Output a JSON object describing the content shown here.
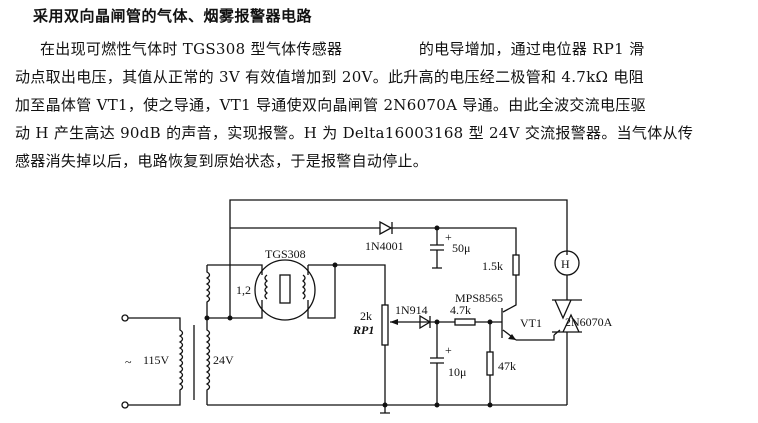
{
  "title": "采用双向晶闸管的气体、烟雾报警器电路",
  "paragraph": [
    "在出现可燃性气体时 TGS308 型气体传感器　　　　　的电导增加，通过电位器 RP1 滑",
    "动点取出电压，其值从正常的 3V 有效值增加到 20V。此升高的电压经二极管和 4.7kΩ 电阻",
    "加至晶体管 VT1，使之导通，VT1 导通使双向晶闸管 2N6070A 导通。由此全波交流电压驱",
    "动 H 产生高达 90dB 的声音，实现报警。H 为 Delta16003168 型 24V 交流报警器。当气体从传",
    "感器消失掉以后，电路恢复到原始状态，于是报警自动停止。"
  ],
  "diagram": {
    "sensor": "TGS308",
    "sensor_pins": "1,2",
    "diode1": "1N4001",
    "cap1": "50μ",
    "res1": "1.5k",
    "horn": "H",
    "pot_value": "2k",
    "pot_name": "RP1",
    "diode2": "1N914",
    "res2": "4.7k",
    "transistor_type": "MPS8565",
    "transistor_name": "VT1",
    "triac": "2N6070A",
    "cap2": "10μ",
    "res3": "47k",
    "primary_voltage": "115V",
    "secondary_voltage": "24V",
    "ac_symbol": "~"
  }
}
